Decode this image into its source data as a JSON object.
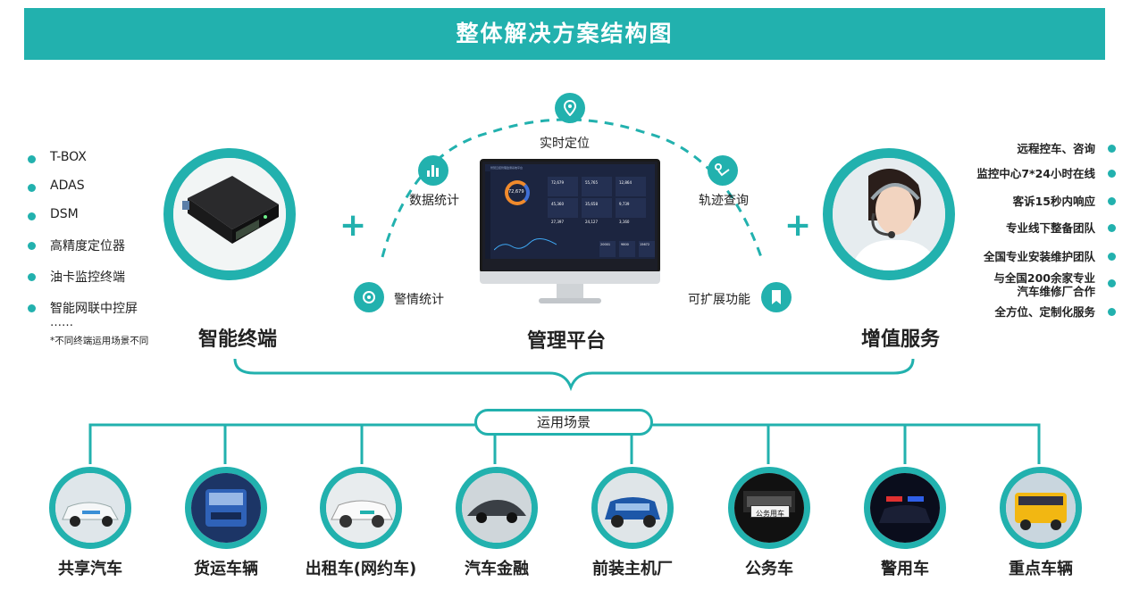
{
  "title": "整体解决方案结构图",
  "left_list": {
    "items": [
      "T-BOX",
      "ADAS",
      "DSM",
      "高精度定位器",
      "油卡监控终端",
      "智能网联中控屏"
    ],
    "ellipsis": "……",
    "note": "*不同终端运用场景不同"
  },
  "pillars": {
    "terminal": "智能终端",
    "platform": "管理平台",
    "service": "增值服务"
  },
  "plus_sign": "+",
  "arc_features": {
    "top": "实时定位",
    "left_upper": "数据统计",
    "right_upper": "轨迹查询",
    "left_lower": "警情统计",
    "right_lower": "可扩展功能"
  },
  "right_list": {
    "items": [
      "远程控车、咨询",
      "监控中心7*24小时在线",
      "客诉15秒内响应",
      "专业线下整备团队",
      "全国专业安装维护团队",
      "与全国200余家专业\n汽车维修厂合作",
      "全方位、定制化服务"
    ]
  },
  "scenarios": {
    "label": "运用场景",
    "items": [
      "共享汽车",
      "货运车辆",
      "出租车(网约车)",
      "汽车金融",
      "前装主机厂",
      "公务车",
      "警用车",
      "重点车辆"
    ],
    "plate_text": "公务用车"
  },
  "dashboard": {
    "title": "智慧云控管理监测系统平台",
    "ring_value": "72,679",
    "stats": [
      "72,679",
      "55,765",
      "12,864",
      "45,360",
      "35,658",
      "9,739",
      "27,397",
      "24,127",
      "3,160"
    ],
    "mini": [
      "20001",
      "9800",
      "15672"
    ]
  },
  "colors": {
    "accent": "#22b1ae"
  },
  "icons": [
    "location-pin-icon",
    "bar-chart-icon",
    "route-icon",
    "alarm-icon",
    "bookmark-icon"
  ]
}
